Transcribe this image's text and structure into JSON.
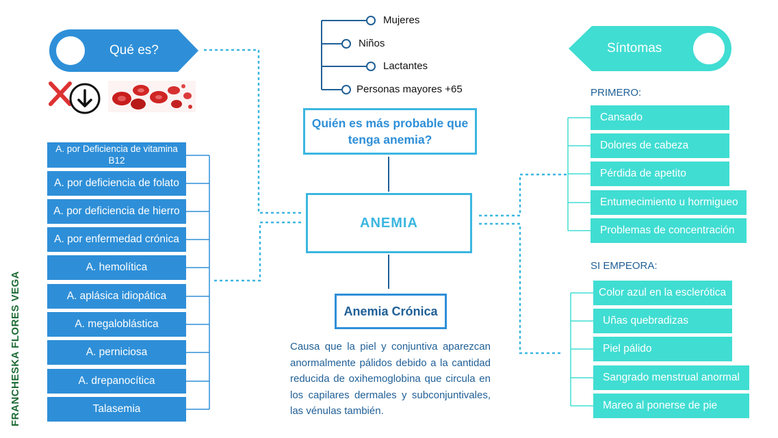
{
  "que_es": {
    "label": "Qué es?"
  },
  "sintomas": {
    "label": "Síntomas"
  },
  "center": {
    "title": "ANEMIA"
  },
  "question": {
    "text": "Quién es más probable que tenga anemia?"
  },
  "risk_groups": [
    "Mujeres",
    "Niños",
    "Lactantes",
    "Personas mayores +65"
  ],
  "chronic": {
    "title": "Anemia Crónica",
    "description": "Causa que la piel y conjuntiva aparezcan anormalmente pálidos debido a la cantidad reducida de oxihemoglobina que circula en los capilares dermales y subconjuntivales, las vénulas también."
  },
  "types": [
    "A. por Deficiencia de vitamina B12",
    "A. por deficiencia de folato",
    "A. por deficiencia de hierro",
    "A. por enfermedad crónica",
    "A. hemolítica",
    "A. aplásica idiopática",
    "A. megaloblástica",
    "A. perniciosa",
    "A. drepanocítica",
    "Talasemia"
  ],
  "first_symptoms": {
    "label": "PRIMERO:",
    "items": [
      "Cansado",
      "Dolores de cabeza",
      "Pérdida de apetito",
      "Entumecimiento u hormigueo",
      "Problemas de concentración"
    ]
  },
  "worse_symptoms": {
    "label": "SI EMPEORA:",
    "items": [
      "Color azul en la esclerótica",
      "Uñas quebradizas",
      "Piel pálido",
      "Sangrado menstrual anormal",
      "Mareo al ponerse de pie"
    ]
  },
  "author": "FRANCHESKA FLORES VEGA",
  "colors": {
    "blue": "#2e8fd8",
    "cyan": "#40ddd2",
    "center_border": "#3ab6e0",
    "dark_blue": "#1f5f96",
    "author_green": "#1d6b34"
  }
}
